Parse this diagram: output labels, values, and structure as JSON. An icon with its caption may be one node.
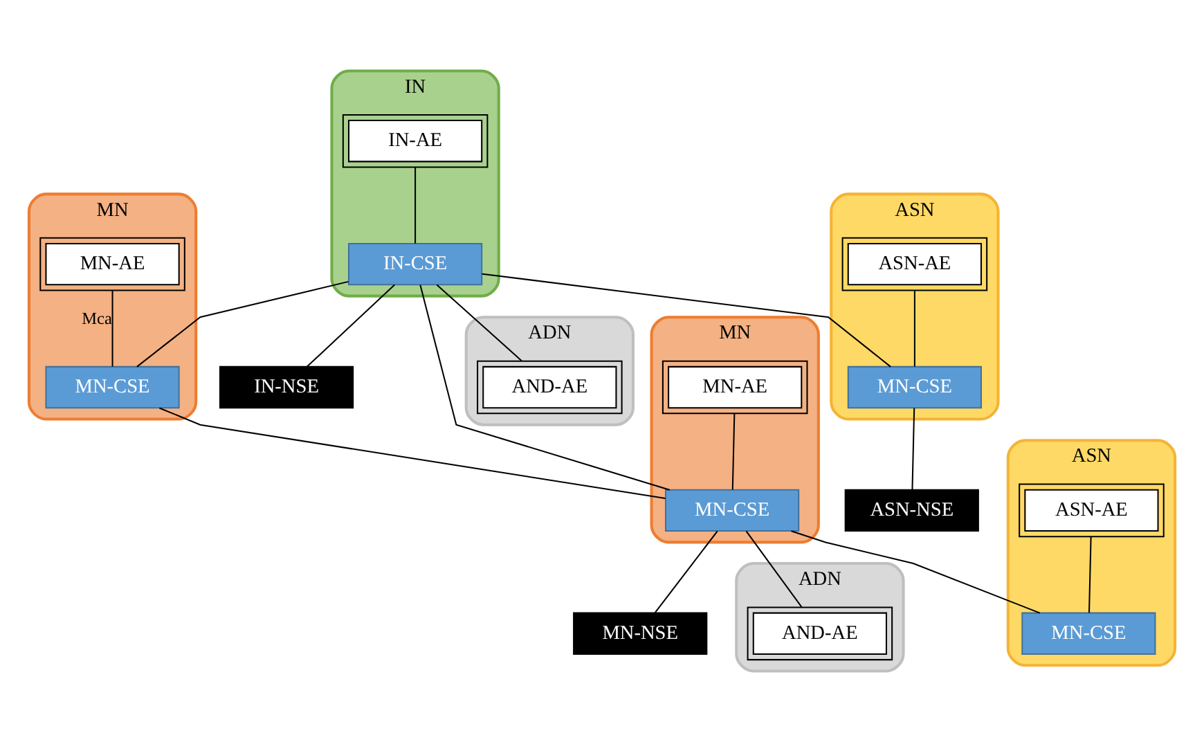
{
  "diagram": {
    "nodes": [
      {
        "text": [
          "IN"
        ]
      },
      {
        "text": [
          "IN-AE"
        ],
        "in": 0
      },
      {
        "text": [
          "IN-CSE"
        ],
        "in": 0
      },
      {
        "text": [
          "IN-NSE"
        ]
      },
      {
        "text": [
          "MN"
        ]
      },
      {
        "text": [
          "MN-AE"
        ],
        "in": 4
      },
      {
        "text": [
          "MN-CSE"
        ],
        "in": 4
      },
      {
        "text": [
          "MN"
        ]
      },
      {
        "text": [
          "MN-AE"
        ],
        "in": 7
      },
      {
        "text": [
          "MN-CSE"
        ],
        "in": 7
      },
      {
        "text": [
          "MN-NSE"
        ]
      },
      {
        "text": [
          "ADN"
        ]
      },
      {
        "text": [
          "AND-AE"
        ],
        "in": 11
      },
      {
        "text": [
          "ASN"
        ]
      },
      {
        "text": [
          "ASN-AE"
        ],
        "in": 13
      },
      {
        "text": [
          "MN-CSE"
        ],
        "in": 13
      },
      {
        "text": [
          "ASN-NSE"
        ]
      },
      {
        "text": [
          "ADN"
        ]
      },
      {
        "text": [
          "AND-AE"
        ],
        "in": 17
      },
      {
        "text": [
          "ASN"
        ]
      },
      {
        "text": [
          "ASN-AE"
        ],
        "in": 19
      },
      {
        "text": [
          "MN-CSE"
        ],
        "in": 19
      }
    ],
    "edges": [
      {
        "from": 1,
        "to": 2,
        "arrow": "none"
      },
      {
        "from": 2,
        "to": 3,
        "arrow": "none"
      },
      {
        "from": 2,
        "to": 12,
        "arrow": "none"
      },
      {
        "from": 2,
        "to": 15,
        "arrow": "none"
      },
      {
        "from": 2,
        "to": 6,
        "arrow": "none"
      },
      {
        "from": 2,
        "to": 9,
        "arrow": "none"
      },
      {
        "from": 5,
        "to": 6,
        "arrow": "none",
        "label": "Mca"
      },
      {
        "from": 6,
        "to": 9,
        "arrow": "none"
      },
      {
        "from": 8,
        "to": 9,
        "arrow": "none"
      },
      {
        "from": 9,
        "to": 10,
        "arrow": "none"
      },
      {
        "from": 9,
        "to": 18,
        "arrow": "none"
      },
      {
        "from": 9,
        "to": 21,
        "arrow": "none"
      },
      {
        "from": 14,
        "to": 15,
        "arrow": "none"
      },
      {
        "from": 15,
        "to": 16,
        "arrow": "none"
      },
      {
        "from": 20,
        "to": 21,
        "arrow": "none"
      }
    ]
  }
}
